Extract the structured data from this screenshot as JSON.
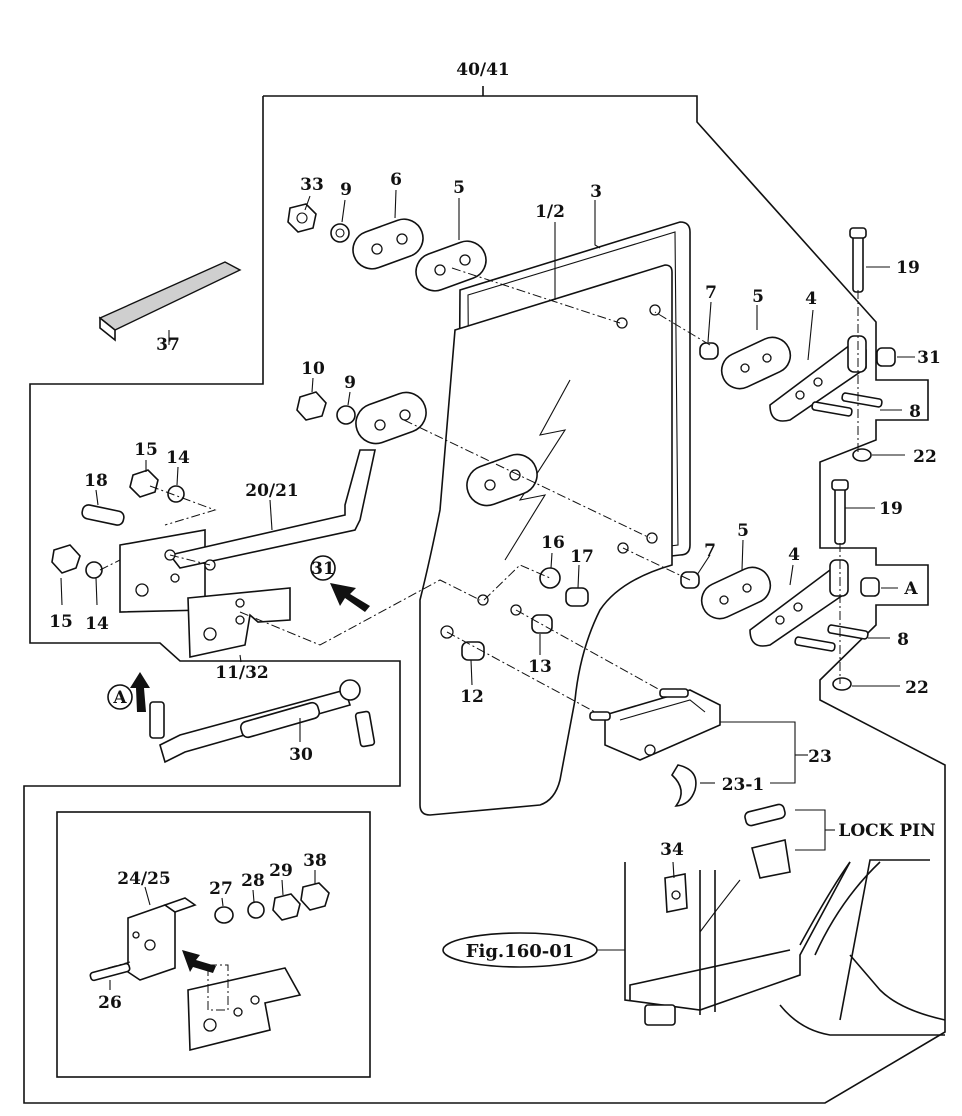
{
  "labels": {
    "l1": "40/41",
    "l2": "33",
    "l3": "9",
    "l4": "6",
    "l5": "5",
    "l6": "1/2",
    "l7": "3",
    "l8": "19",
    "l9": "7",
    "l10": "5",
    "l11": "4",
    "l12": "31",
    "l13": "37",
    "l14": "10",
    "l15": "9",
    "l16": "8",
    "l17": "22",
    "l18": "15",
    "l19": "14",
    "l20": "18",
    "l21": "20/21",
    "l22": "19",
    "l23": "16",
    "l24": "17",
    "l25": "7",
    "l26": "5",
    "l27": "4",
    "l28": "31",
    "l29": "A",
    "l30": "15",
    "l31": "14",
    "l32": "8",
    "l33": "13",
    "l34": "11/32",
    "l35": "12",
    "l36": "22",
    "l37": "A",
    "l38": "30",
    "l39": "23",
    "l40": "23-1",
    "l41": "LOCK PIN",
    "l42": "34",
    "l43": "24/25",
    "l44": "27",
    "l45": "28",
    "l46": "29",
    "l47": "38",
    "l48": "Fig.160-01",
    "l49": "26"
  }
}
